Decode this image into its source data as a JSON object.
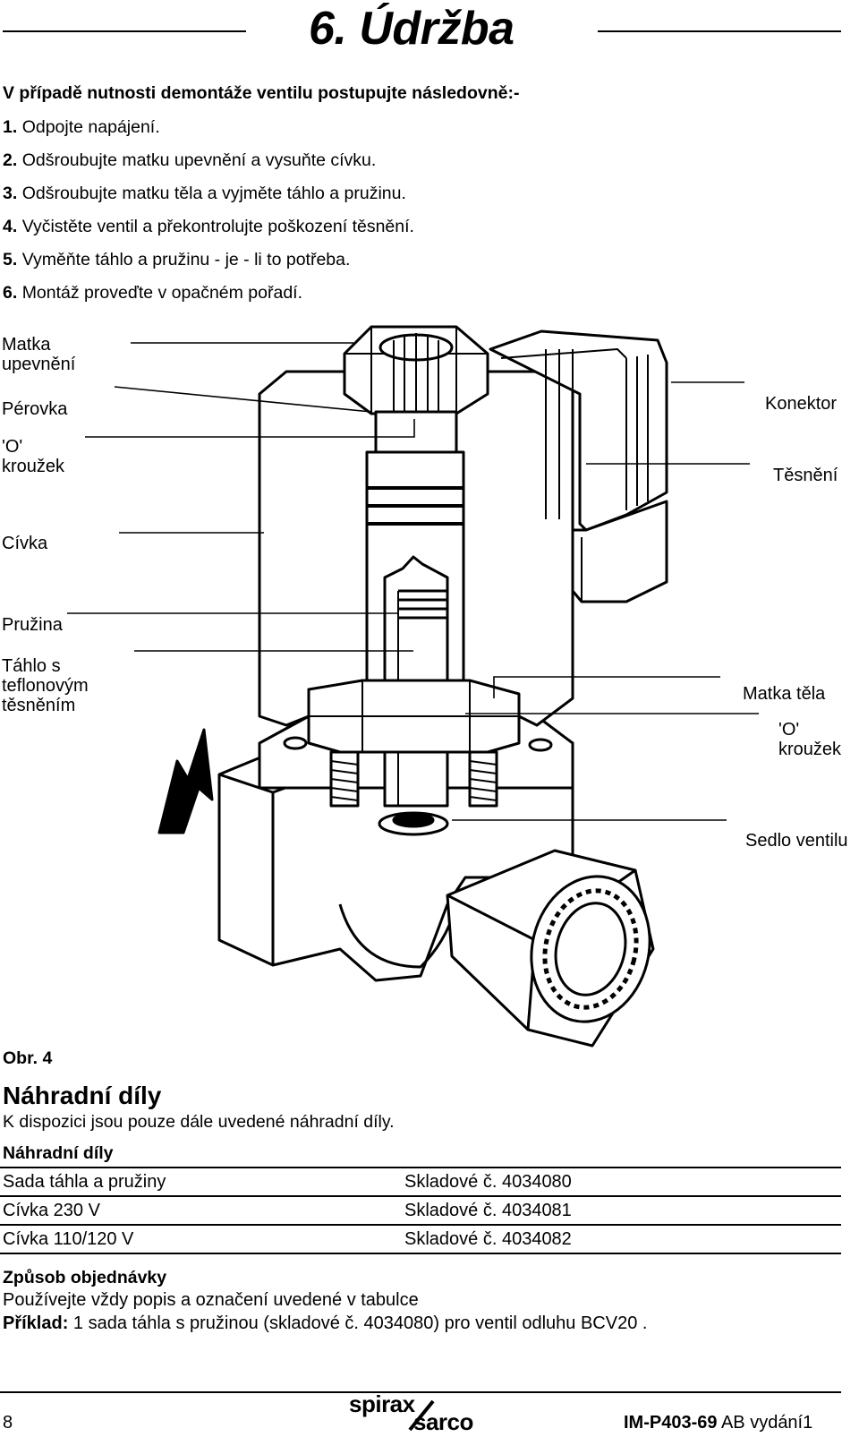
{
  "header": {
    "title": "6. Údržba"
  },
  "intro": "V případě nutnosti demontáže ventilu postupujte následovně:-",
  "steps": [
    {
      "num": "1.",
      "text": "Odpojte napájení."
    },
    {
      "num": "2.",
      "text": "Odšroubujte matku upevnění a vysuňte cívku."
    },
    {
      "num": "3.",
      "text": "Odšroubujte matku těla a vyjměte táhlo a pružinu."
    },
    {
      "num": "4.",
      "text": "Vyčistěte ventil a překontrolujte poškození těsnění."
    },
    {
      "num": "5.",
      "text": "Vyměňte táhlo a pružinu - je - li to potřeba."
    },
    {
      "num": "6.",
      "text": "Montáž proveďte v opačném pořadí."
    }
  ],
  "figure": {
    "labels": {
      "matka_upevneni_1": "Matka",
      "matka_upevneni_2": "upevnění",
      "perovka": "Pérovka",
      "o_krouzek_left_1": "'O'",
      "o_krouzek_left_2": "kroužek",
      "civka": "Cívka",
      "pruzina": "Pružina",
      "tahlo_1": "Táhlo s",
      "tahlo_2": "teflonovým",
      "tahlo_3": "těsněním",
      "konektor": "Konektor",
      "tesneni": "Těsnění",
      "matka_tela": "Matka těla",
      "o_krouzek_right_1": "'O'",
      "o_krouzek_right_2": "kroužek",
      "sedlo": "Sedlo ventilu"
    },
    "caption_bold": "Obr.",
    "caption_num": "4"
  },
  "spares": {
    "heading": "Náhradní díly",
    "subtitle": "K dispozici jsou pouze dále uvedené náhradní díly.",
    "table_heading": "Náhradní díly",
    "rows": [
      {
        "name": "Sada táhla a pružiny",
        "code": "Skladové č. 4034080"
      },
      {
        "name": "Cívka 230 V",
        "code": "Skladové č. 4034081"
      },
      {
        "name": "Cívka 110/120 V",
        "code": "Skladové č. 4034082"
      }
    ]
  },
  "ordering": {
    "heading": "Způsob objednávky",
    "text": "Používejte vždy popis a označení uvedené v tabulce",
    "example_label": "Příklad:",
    "example_text": " 1 sada táhla s pružinou (skladové č. 4034080) pro ventil odluhu BCV20 ."
  },
  "footer": {
    "page": "8",
    "logo_top": "spirax",
    "logo_bottom": "sarco",
    "doc_ref": "IM-P403-69",
    "edition": " AB vydání1"
  }
}
